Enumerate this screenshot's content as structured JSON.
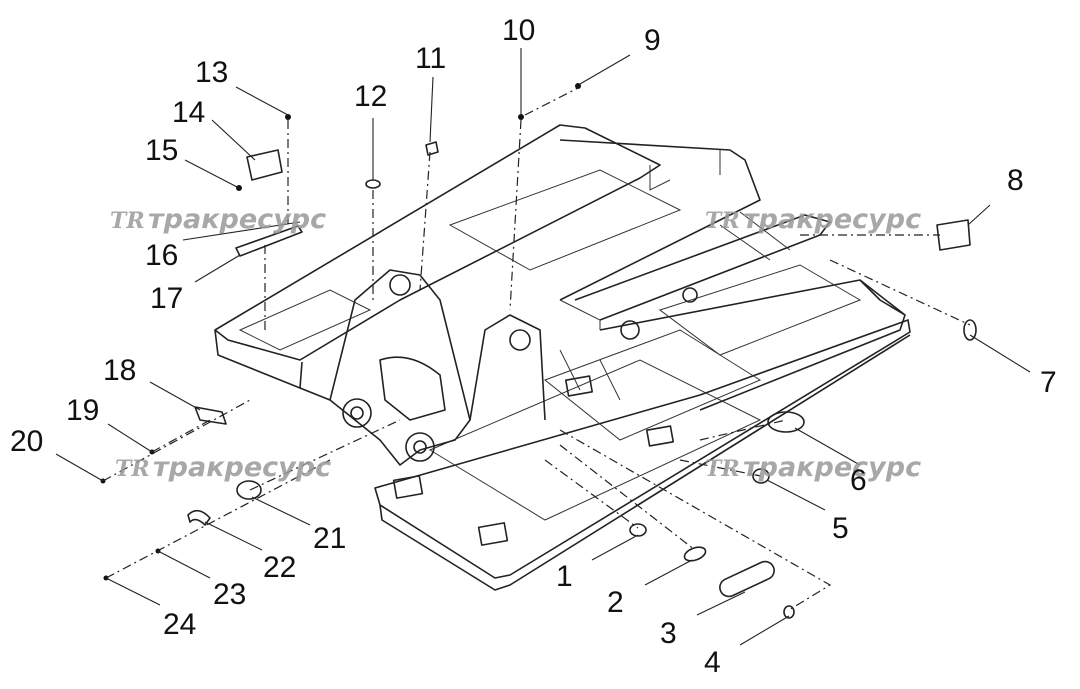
{
  "callouts": [
    {
      "id": "1",
      "text": "1"
    },
    {
      "id": "2",
      "text": "2"
    },
    {
      "id": "3",
      "text": "3"
    },
    {
      "id": "4",
      "text": "4"
    },
    {
      "id": "5",
      "text": "5"
    },
    {
      "id": "6",
      "text": "6"
    },
    {
      "id": "7",
      "text": "7"
    },
    {
      "id": "8",
      "text": "8"
    },
    {
      "id": "9",
      "text": "9"
    },
    {
      "id": "10",
      "text": "10"
    },
    {
      "id": "11",
      "text": "11"
    },
    {
      "id": "12",
      "text": "12"
    },
    {
      "id": "13",
      "text": "13"
    },
    {
      "id": "14",
      "text": "14"
    },
    {
      "id": "15",
      "text": "15"
    },
    {
      "id": "16",
      "text": "16"
    },
    {
      "id": "17",
      "text": "17"
    },
    {
      "id": "18",
      "text": "18"
    },
    {
      "id": "19",
      "text": "19"
    },
    {
      "id": "20",
      "text": "20"
    },
    {
      "id": "21",
      "text": "21"
    },
    {
      "id": "22",
      "text": "22"
    },
    {
      "id": "23",
      "text": "23"
    },
    {
      "id": "24",
      "text": "24"
    }
  ],
  "watermark": {
    "logo": "TR",
    "text": "тракресурс"
  },
  "colors": {
    "line": "#222222",
    "watermark": "#9a9a9a",
    "background": "#ffffff"
  }
}
